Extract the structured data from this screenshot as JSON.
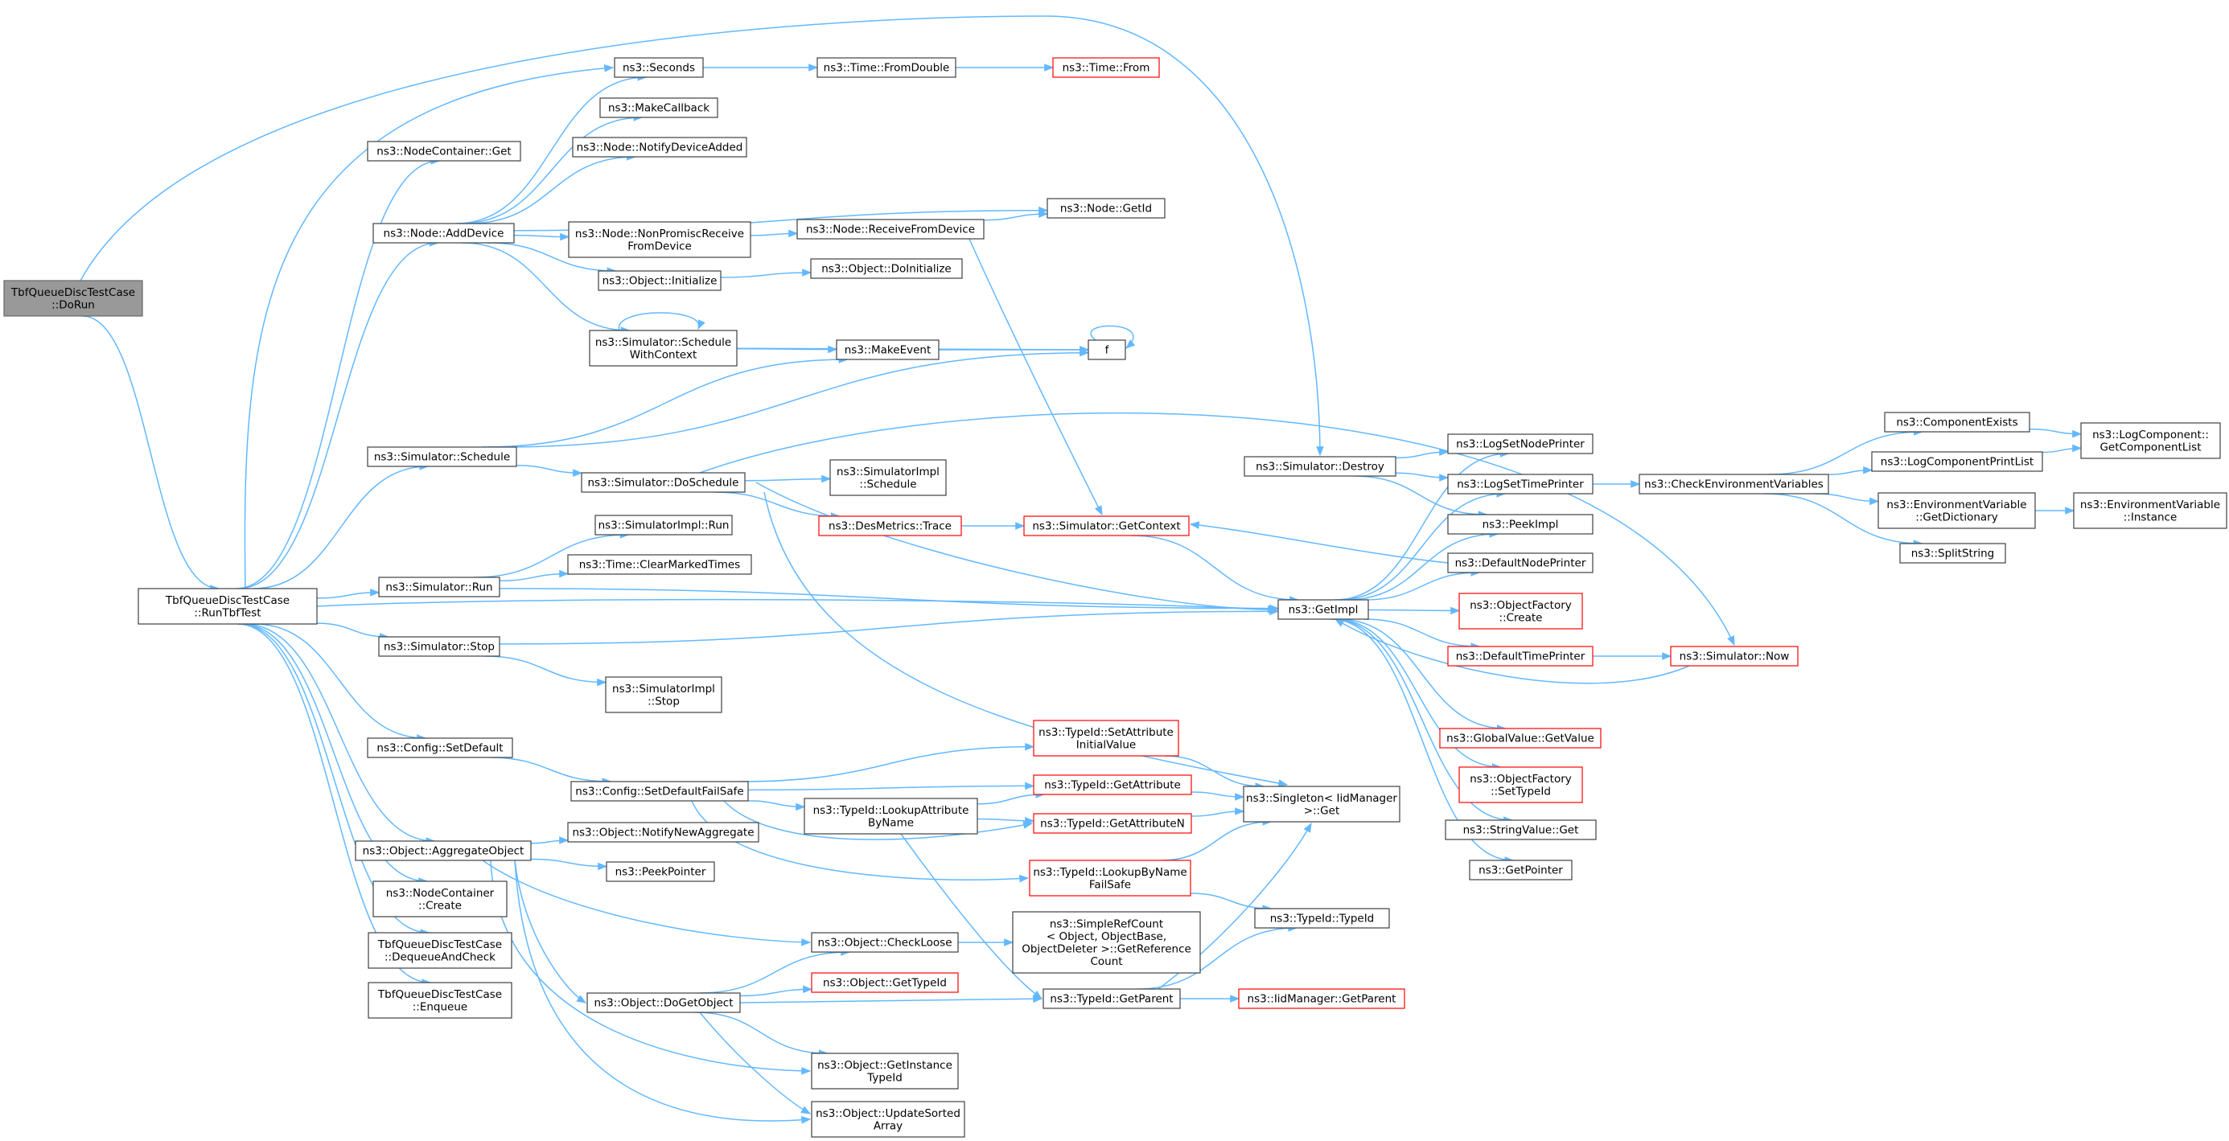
{
  "nodes": [
    {
      "id": "doRun",
      "lines": [
        "TbfQueueDiscTestCase",
        "::DoRun"
      ],
      "kind": "root"
    },
    {
      "id": "runTbfTest",
      "lines": [
        "TbfQueueDiscTestCase",
        "::RunTbfTest"
      ]
    },
    {
      "id": "simDestroy",
      "lines": [
        "ns3::Simulator::Destroy"
      ]
    },
    {
      "id": "nodeContainerGet",
      "lines": [
        "ns3::NodeContainer::Get"
      ]
    },
    {
      "id": "nodeAddDevice",
      "lines": [
        "ns3::Node::AddDevice"
      ]
    },
    {
      "id": "simSchedule",
      "lines": [
        "ns3::Simulator::Schedule"
      ]
    },
    {
      "id": "simRun",
      "lines": [
        "ns3::Simulator::Run"
      ]
    },
    {
      "id": "simStop",
      "lines": [
        "ns3::Simulator::Stop"
      ]
    },
    {
      "id": "configSetDefault",
      "lines": [
        "ns3::Config::SetDefault"
      ]
    },
    {
      "id": "aggregateObject",
      "lines": [
        "ns3::Object::AggregateObject"
      ]
    },
    {
      "id": "nodeContainerCreate",
      "lines": [
        "ns3::NodeContainer",
        "::Create"
      ]
    },
    {
      "id": "dequeueAndCheck",
      "lines": [
        "TbfQueueDiscTestCase",
        "::DequeueAndCheck"
      ]
    },
    {
      "id": "enqueue",
      "lines": [
        "TbfQueueDiscTestCase",
        "::Enqueue"
      ]
    },
    {
      "id": "seconds",
      "lines": [
        "ns3::Seconds"
      ]
    },
    {
      "id": "makeCallback",
      "lines": [
        "ns3::MakeCallback"
      ]
    },
    {
      "id": "notifyDeviceAdded",
      "lines": [
        "ns3::Node::NotifyDeviceAdded"
      ]
    },
    {
      "id": "nonPromisc",
      "lines": [
        "ns3::Node::NonPromiscReceive",
        "FromDevice"
      ]
    },
    {
      "id": "objectInitialize",
      "lines": [
        "ns3::Object::Initialize"
      ]
    },
    {
      "id": "scheduleWithContext",
      "lines": [
        "ns3::Simulator::Schedule",
        "WithContext"
      ]
    },
    {
      "id": "simDoSchedule",
      "lines": [
        "ns3::Simulator::DoSchedule"
      ]
    },
    {
      "id": "simImplRun",
      "lines": [
        "ns3::SimulatorImpl::Run"
      ]
    },
    {
      "id": "clearMarkedTimes",
      "lines": [
        "ns3::Time::ClearMarkedTimes"
      ]
    },
    {
      "id": "simImplStop",
      "lines": [
        "ns3::SimulatorImpl",
        "::Stop"
      ]
    },
    {
      "id": "setDefaultFailSafe",
      "lines": [
        "ns3::Config::SetDefaultFailSafe"
      ]
    },
    {
      "id": "notifyNewAggregate",
      "lines": [
        "ns3::Object::NotifyNewAggregate"
      ]
    },
    {
      "id": "peekPointer",
      "lines": [
        "ns3::PeekPointer"
      ]
    },
    {
      "id": "doGetObject",
      "lines": [
        "ns3::Object::DoGetObject"
      ]
    },
    {
      "id": "timeFromDouble",
      "lines": [
        "ns3::Time::FromDouble"
      ]
    },
    {
      "id": "timeFrom",
      "lines": [
        "ns3::Time::From"
      ],
      "kind": "trunc"
    },
    {
      "id": "receiveFromDevice",
      "lines": [
        "ns3::Node::ReceiveFromDevice"
      ]
    },
    {
      "id": "nodeGetId",
      "lines": [
        "ns3::Node::GetId"
      ]
    },
    {
      "id": "doInitialize",
      "lines": [
        "ns3::Object::DoInitialize"
      ]
    },
    {
      "id": "makeEvent",
      "lines": [
        "ns3::MakeEvent"
      ]
    },
    {
      "id": "f",
      "lines": [
        "f"
      ]
    },
    {
      "id": "simImplSchedule",
      "lines": [
        "ns3::SimulatorImpl",
        "::Schedule"
      ]
    },
    {
      "id": "desMetricsTrace",
      "lines": [
        "ns3::DesMetrics::Trace"
      ],
      "kind": "trunc"
    },
    {
      "id": "simGetContext",
      "lines": [
        "ns3::Simulator::GetContext"
      ],
      "kind": "trunc"
    },
    {
      "id": "getImpl",
      "lines": [
        "ns3::GetImpl"
      ]
    },
    {
      "id": "setAttrInit",
      "lines": [
        "ns3::TypeId::SetAttribute",
        "InitialValue"
      ],
      "kind": "trunc"
    },
    {
      "id": "typeIdGetAttribute",
      "lines": [
        "ns3::TypeId::GetAttribute"
      ],
      "kind": "trunc"
    },
    {
      "id": "lookupAttrByName",
      "lines": [
        "ns3::TypeId::LookupAttribute",
        "ByName"
      ]
    },
    {
      "id": "getAttributeN",
      "lines": [
        "ns3::TypeId::GetAttributeN"
      ],
      "kind": "trunc"
    },
    {
      "id": "lookupByNameFailSafe",
      "lines": [
        "ns3::TypeId::LookupByName",
        "FailSafe"
      ],
      "kind": "trunc"
    },
    {
      "id": "checkLoose",
      "lines": [
        "ns3::Object::CheckLoose"
      ]
    },
    {
      "id": "objectGetTypeId",
      "lines": [
        "ns3::Object::GetTypeId"
      ],
      "kind": "trunc"
    },
    {
      "id": "getInstanceTypeId",
      "lines": [
        "ns3::Object::GetInstance",
        "TypeId"
      ]
    },
    {
      "id": "updateSortedArray",
      "lines": [
        "ns3::Object::UpdateSorted",
        "Array"
      ]
    },
    {
      "id": "simpleRefCount",
      "lines": [
        "ns3::SimpleRefCount",
        "< Object, ObjectBase,",
        "ObjectDeleter >::GetReference",
        "Count"
      ]
    },
    {
      "id": "typeIdGetParent",
      "lines": [
        "ns3::TypeId::GetParent"
      ]
    },
    {
      "id": "singletonGet",
      "lines": [
        "ns3::Singleton< IidManager",
        ">::Get"
      ]
    },
    {
      "id": "typeIdTypeId",
      "lines": [
        "ns3::TypeId::TypeId"
      ]
    },
    {
      "id": "iidGetParent",
      "lines": [
        "ns3::IidManager::GetParent"
      ],
      "kind": "trunc"
    },
    {
      "id": "logSetNodePrinter",
      "lines": [
        "ns3::LogSetNodePrinter"
      ]
    },
    {
      "id": "logSetTimePrinter",
      "lines": [
        "ns3::LogSetTimePrinter"
      ]
    },
    {
      "id": "peekImpl",
      "lines": [
        "ns3::PeekImpl"
      ]
    },
    {
      "id": "defaultNodePrinter",
      "lines": [
        "ns3::DefaultNodePrinter"
      ]
    },
    {
      "id": "objectFactoryCreate",
      "lines": [
        "ns3::ObjectFactory",
        "::Create"
      ],
      "kind": "trunc"
    },
    {
      "id": "defaultTimePrinter",
      "lines": [
        "ns3::DefaultTimePrinter"
      ],
      "kind": "trunc"
    },
    {
      "id": "simNow",
      "lines": [
        "ns3::Simulator::Now"
      ],
      "kind": "trunc"
    },
    {
      "id": "globalValueGetValue",
      "lines": [
        "ns3::GlobalValue::GetValue"
      ],
      "kind": "trunc"
    },
    {
      "id": "objectFactorySetTypeId",
      "lines": [
        "ns3::ObjectFactory",
        "::SetTypeId"
      ],
      "kind": "trunc"
    },
    {
      "id": "stringValueGet",
      "lines": [
        "ns3::StringValue::Get"
      ]
    },
    {
      "id": "getPointer",
      "lines": [
        "ns3::GetPointer"
      ]
    },
    {
      "id": "checkEnvVars",
      "lines": [
        "ns3::CheckEnvironmentVariables"
      ]
    },
    {
      "id": "componentExists",
      "lines": [
        "ns3::ComponentExists"
      ]
    },
    {
      "id": "logComponentPrintList",
      "lines": [
        "ns3::LogComponentPrintList"
      ]
    },
    {
      "id": "envVarGetDictionary",
      "lines": [
        "ns3::EnvironmentVariable",
        "::GetDictionary"
      ]
    },
    {
      "id": "splitString",
      "lines": [
        "ns3::SplitString"
      ]
    },
    {
      "id": "getComponentList",
      "lines": [
        "ns3::LogComponent::",
        "GetComponentList"
      ]
    },
    {
      "id": "envVarInstance",
      "lines": [
        "ns3::EnvironmentVariable",
        "::Instance"
      ]
    }
  ],
  "edges": [
    [
      "doRun",
      "runTbfTest"
    ],
    [
      "doRun",
      "simDestroy"
    ],
    [
      "runTbfTest",
      "nodeContainerGet"
    ],
    [
      "runTbfTest",
      "nodeAddDevice"
    ],
    [
      "runTbfTest",
      "simSchedule"
    ],
    [
      "runTbfTest",
      "simRun"
    ],
    [
      "runTbfTest",
      "simStop"
    ],
    [
      "runTbfTest",
      "configSetDefault"
    ],
    [
      "runTbfTest",
      "aggregateObject"
    ],
    [
      "runTbfTest",
      "nodeContainerCreate"
    ],
    [
      "runTbfTest",
      "dequeueAndCheck"
    ],
    [
      "runTbfTest",
      "enqueue"
    ],
    [
      "runTbfTest",
      "seconds"
    ],
    [
      "runTbfTest",
      "getImpl"
    ],
    [
      "nodeAddDevice",
      "seconds"
    ],
    [
      "nodeAddDevice",
      "makeCallback"
    ],
    [
      "nodeAddDevice",
      "notifyDeviceAdded"
    ],
    [
      "nodeAddDevice",
      "nonPromisc"
    ],
    [
      "nodeAddDevice",
      "objectInitialize"
    ],
    [
      "nodeAddDevice",
      "scheduleWithContext"
    ],
    [
      "nodeAddDevice",
      "nodeGetId"
    ],
    [
      "seconds",
      "timeFromDouble"
    ],
    [
      "timeFromDouble",
      "timeFrom"
    ],
    [
      "nonPromisc",
      "receiveFromDevice"
    ],
    [
      "receiveFromDevice",
      "nodeGetId"
    ],
    [
      "receiveFromDevice",
      "simGetContext"
    ],
    [
      "objectInitialize",
      "doInitialize"
    ],
    [
      "scheduleWithContext",
      "scheduleWithContext"
    ],
    [
      "scheduleWithContext",
      "makeEvent"
    ],
    [
      "scheduleWithContext",
      "f"
    ],
    [
      "makeEvent",
      "f"
    ],
    [
      "f",
      "f"
    ],
    [
      "simSchedule",
      "makeEvent"
    ],
    [
      "simSchedule",
      "f"
    ],
    [
      "simSchedule",
      "simDoSchedule"
    ],
    [
      "simDoSchedule",
      "simImplSchedule"
    ],
    [
      "simDoSchedule",
      "desMetricsTrace"
    ],
    [
      "simDoSchedule",
      "getImpl"
    ],
    [
      "simDoSchedule",
      "simNow"
    ],
    [
      "simDoSchedule",
      "singletonGet"
    ],
    [
      "desMetricsTrace",
      "simGetContext"
    ],
    [
      "simGetContext",
      "getImpl"
    ],
    [
      "simRun",
      "simImplRun"
    ],
    [
      "simRun",
      "clearMarkedTimes"
    ],
    [
      "simRun",
      "getImpl"
    ],
    [
      "simStop",
      "getImpl"
    ],
    [
      "simStop",
      "simImplStop"
    ],
    [
      "configSetDefault",
      "setDefaultFailSafe"
    ],
    [
      "setDefaultFailSafe",
      "setAttrInit"
    ],
    [
      "setDefaultFailSafe",
      "typeIdGetAttribute"
    ],
    [
      "setDefaultFailSafe",
      "lookupAttrByName"
    ],
    [
      "setDefaultFailSafe",
      "getAttributeN"
    ],
    [
      "setDefaultFailSafe",
      "lookupByNameFailSafe"
    ],
    [
      "lookupAttrByName",
      "typeIdGetAttribute"
    ],
    [
      "lookupAttrByName",
      "getAttributeN"
    ],
    [
      "lookupAttrByName",
      "typeIdGetParent"
    ],
    [
      "setAttrInit",
      "singletonGet"
    ],
    [
      "typeIdGetAttribute",
      "singletonGet"
    ],
    [
      "getAttributeN",
      "singletonGet"
    ],
    [
      "lookupByNameFailSafe",
      "singletonGet"
    ],
    [
      "lookupByNameFailSafe",
      "typeIdTypeId"
    ],
    [
      "aggregateObject",
      "notifyNewAggregate"
    ],
    [
      "aggregateObject",
      "peekPointer"
    ],
    [
      "aggregateObject",
      "checkLoose"
    ],
    [
      "aggregateObject",
      "doGetObject"
    ],
    [
      "aggregateObject",
      "getInstanceTypeId"
    ],
    [
      "aggregateObject",
      "updateSortedArray"
    ],
    [
      "checkLoose",
      "simpleRefCount"
    ],
    [
      "doGetObject",
      "checkLoose"
    ],
    [
      "doGetObject",
      "objectGetTypeId"
    ],
    [
      "doGetObject",
      "typeIdGetParent"
    ],
    [
      "doGetObject",
      "getInstanceTypeId"
    ],
    [
      "doGetObject",
      "updateSortedArray"
    ],
    [
      "typeIdGetParent",
      "singletonGet"
    ],
    [
      "typeIdGetParent",
      "typeIdTypeId"
    ],
    [
      "typeIdGetParent",
      "iidGetParent"
    ],
    [
      "simDestroy",
      "logSetNodePrinter"
    ],
    [
      "simDestroy",
      "logSetTimePrinter"
    ],
    [
      "simDestroy",
      "peekImpl"
    ],
    [
      "getImpl",
      "logSetNodePrinter"
    ],
    [
      "getImpl",
      "logSetTimePrinter"
    ],
    [
      "getImpl",
      "peekImpl"
    ],
    [
      "getImpl",
      "defaultNodePrinter"
    ],
    [
      "getImpl",
      "objectFactoryCreate"
    ],
    [
      "getImpl",
      "defaultTimePrinter"
    ],
    [
      "getImpl",
      "globalValueGetValue"
    ],
    [
      "getImpl",
      "objectFactorySetTypeId"
    ],
    [
      "getImpl",
      "stringValueGet"
    ],
    [
      "getImpl",
      "getPointer"
    ],
    [
      "defaultNodePrinter",
      "simGetContext"
    ],
    [
      "defaultTimePrinter",
      "simNow"
    ],
    [
      "simNow",
      "getImpl"
    ],
    [
      "logSetTimePrinter",
      "checkEnvVars"
    ],
    [
      "checkEnvVars",
      "componentExists"
    ],
    [
      "checkEnvVars",
      "logComponentPrintList"
    ],
    [
      "checkEnvVars",
      "envVarGetDictionary"
    ],
    [
      "checkEnvVars",
      "splitString"
    ],
    [
      "componentExists",
      "getComponentList"
    ],
    [
      "logComponentPrintList",
      "getComponentList"
    ],
    [
      "envVarGetDictionary",
      "envVarInstance"
    ]
  ],
  "colors": {
    "edge": "#63b8ff",
    "node_border": "#404040",
    "root_fill": "#999999",
    "truncated_border": "#ff0000"
  }
}
